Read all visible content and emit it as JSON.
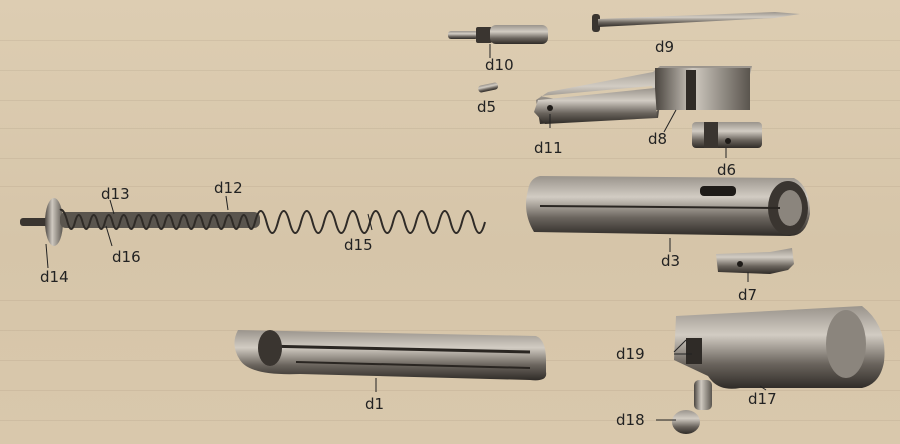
{
  "figure": {
    "labels": {
      "d1": "d1",
      "d3": "d3",
      "d5": "d5",
      "d6": "d6",
      "d7": "d7",
      "d8": "d8",
      "d9": "d9",
      "d10": "d10",
      "d11": "d11",
      "d12": "d12",
      "d13": "d13",
      "d14": "d14",
      "d15": "d15",
      "d16": "d16",
      "d17": "d17",
      "d18": "d18",
      "d19": "d19"
    }
  },
  "colors": {
    "paper": "#d9c9ae",
    "metal_dark": "#3a3530",
    "metal_mid": "#6e6862",
    "metal_light": "#b8b2aa"
  }
}
